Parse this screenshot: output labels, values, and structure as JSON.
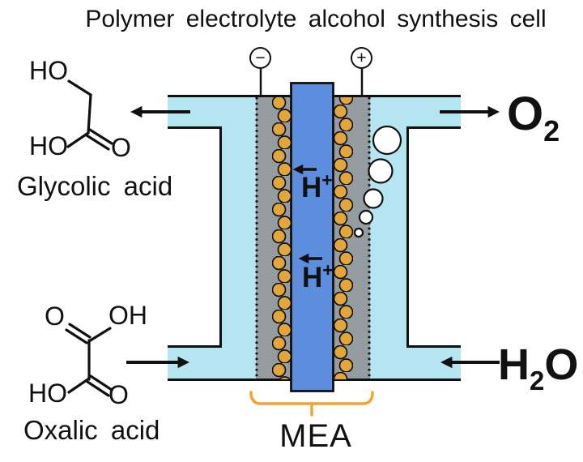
{
  "title": "Polymer electrolyte alcohol synthesis cell",
  "terminals": {
    "negative_symbol": "−",
    "positive_symbol": "+"
  },
  "products_left": {
    "glycolic_acid": {
      "label": "Glycolic acid",
      "ho_top": "HO",
      "ho_bottom": "HO",
      "o_carbonyl": "O"
    },
    "oxalic_acid": {
      "label": "Oxalic acid",
      "o_carbonyl_top": "O",
      "oh_top": "OH",
      "ho_bottom": "HO",
      "o_carbonyl_bottom": "O"
    }
  },
  "streams_right": {
    "oxygen": {
      "symbol": "O",
      "subscript": "2"
    },
    "water": {
      "h": "H",
      "subscript": "2",
      "o": "O"
    }
  },
  "membrane": {
    "proton_top": {
      "symbol": "H",
      "superscript": "+"
    },
    "proton_bottom": {
      "symbol": "H",
      "superscript": "+"
    }
  },
  "mea_label": "MEA",
  "colors": {
    "outline": "#111111",
    "channel_fill": "#b5e5f0",
    "gdl_fill": "#9ba2a6",
    "gdl_speckle": "#858c91",
    "catalyst_fill": "#e2a63c",
    "membrane_fill": "#5d8ddd",
    "bubble_fill": "#ffffff",
    "bracket_stroke": "#f0a330"
  }
}
